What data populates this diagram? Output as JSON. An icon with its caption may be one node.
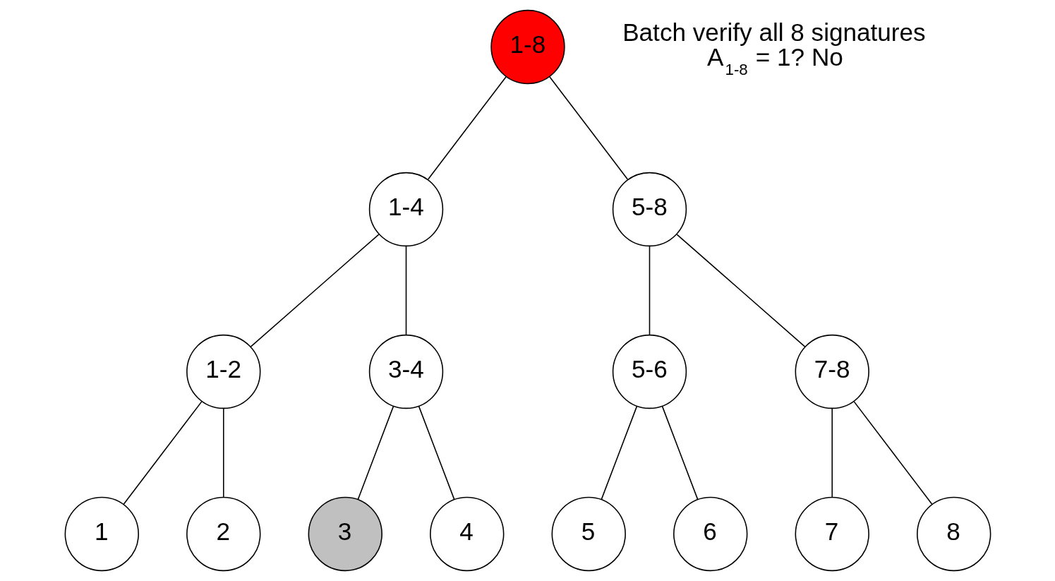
{
  "diagram": {
    "nodes": [
      {
        "text": [
          "1-8"
        ],
        "beside": [
          "Batch verify all 8 signatures",
          "A$_{1-8}$ = 1? No"
        ]
      },
      {
        "text": [
          "1-4"
        ]
      },
      {
        "text": [
          "5-8"
        ]
      },
      {
        "text": [
          "1-2"
        ]
      },
      {
        "text": [
          "3-4"
        ]
      },
      {
        "text": [
          "5-6"
        ]
      },
      {
        "text": [
          "7-8"
        ]
      },
      {
        "text": [
          "1"
        ]
      },
      {
        "text": [
          "2"
        ]
      },
      {
        "text": [
          "3"
        ]
      },
      {
        "text": [
          "4"
        ]
      },
      {
        "text": [
          "5"
        ]
      },
      {
        "text": [
          "6"
        ]
      },
      {
        "text": [
          "7"
        ]
      },
      {
        "text": [
          "8"
        ]
      }
    ],
    "edges": [
      {
        "from": 0,
        "to": 1,
        "arrow": "none"
      },
      {
        "from": 0,
        "to": 2,
        "arrow": "none"
      },
      {
        "from": 1,
        "to": 3,
        "arrow": "none"
      },
      {
        "from": 1,
        "to": 4,
        "arrow": "none"
      },
      {
        "from": 2,
        "to": 5,
        "arrow": "none"
      },
      {
        "from": 2,
        "to": 6,
        "arrow": "none"
      },
      {
        "from": 3,
        "to": 7,
        "arrow": "none"
      },
      {
        "from": 3,
        "to": 8,
        "arrow": "none"
      },
      {
        "from": 4,
        "to": 9,
        "arrow": "none"
      },
      {
        "from": 4,
        "to": 10,
        "arrow": "none"
      },
      {
        "from": 5,
        "to": 11,
        "arrow": "none"
      },
      {
        "from": 5,
        "to": 12,
        "arrow": "none"
      },
      {
        "from": 6,
        "to": 13,
        "arrow": "none"
      },
      {
        "from": 6,
        "to": 14,
        "arrow": "none"
      }
    ]
  }
}
